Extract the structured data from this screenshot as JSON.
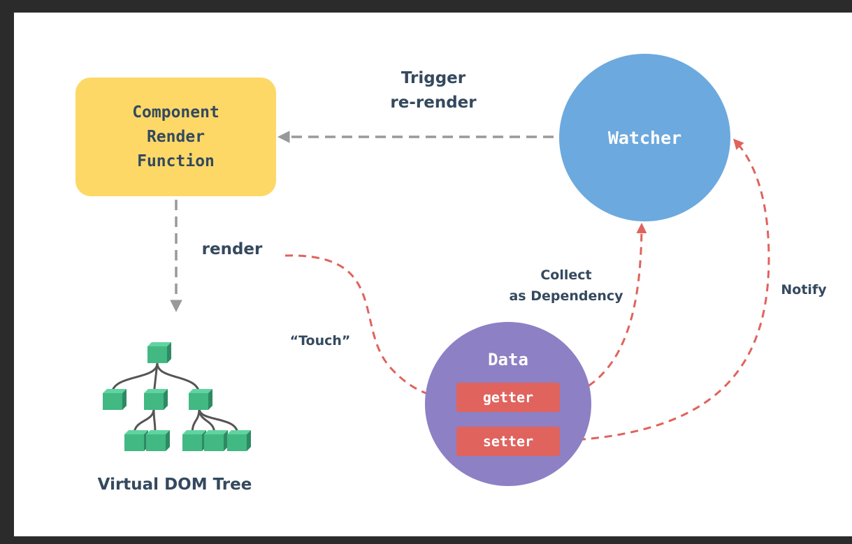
{
  "nodes": {
    "render_function": "Component\nRender\nFunction",
    "watcher": "Watcher",
    "data": "Data",
    "getter": "getter",
    "setter": "setter",
    "virtual_dom": "Virtual DOM Tree"
  },
  "edges": {
    "trigger": "Trigger\nre-render",
    "render": "render",
    "touch": "“Touch”",
    "collect": "Collect\nas Dependency",
    "notify": "Notify"
  },
  "colors": {
    "render_function": "#fdd867",
    "watcher": "#6ca9de",
    "data": "#8d80c4",
    "pill": "#e0635d",
    "text": "#34495e",
    "grey_arrow": "#999999",
    "red_arrow": "#e0635d",
    "tree_node": "#42b883"
  }
}
